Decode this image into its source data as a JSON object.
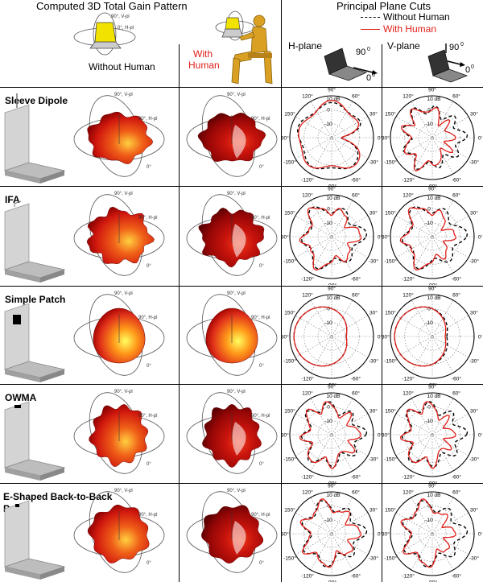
{
  "header": {
    "left_title": "Computed 3D Total Gain Pattern",
    "right_title": "Principal Plane Cuts",
    "without_human": "Without Human",
    "with_human_line1": "With",
    "with_human_line2": "Human",
    "legend": {
      "without": "Without Human",
      "with": "With Human"
    },
    "h_plane": "H-plane",
    "v_plane": "V-plane",
    "angle_90": "90",
    "angle_0": "0",
    "inset_labels": {
      "vpl": "90°, V-pl",
      "hpl": "0°, H-pl"
    }
  },
  "rows": [
    {
      "label_lines": [
        "Sleeve Dipole"
      ],
      "antenna": "sleeve",
      "blob": "dipole"
    },
    {
      "label_lines": [
        "IFA"
      ],
      "antenna": "ifa",
      "blob": "ifa"
    },
    {
      "label_lines": [
        "Simple Patch"
      ],
      "antenna": "patch",
      "blob": "patch"
    },
    {
      "label_lines": [
        "OWMA"
      ],
      "antenna": "owma",
      "blob": "owma"
    },
    {
      "label_lines": [
        "E-Shaped Back-to-Back",
        "Patch"
      ],
      "antenna": "eshape",
      "blob": "eshape"
    }
  ],
  "pattern_axis_labels": {
    "vpl": "90°, V-pl",
    "hpl": "90°, H-pl",
    "zero": "0°"
  },
  "polar": {
    "top_label": "10 dB",
    "ring_labels": [
      "0",
      "-10"
    ],
    "angle_labels": [
      "90°",
      "60°",
      "30°",
      "0°",
      "-30°",
      "-60°",
      "-90°",
      "-120°",
      "-150°",
      "180°",
      "150°",
      "120°"
    ],
    "colors": {
      "without": "#000000",
      "with": "#e0201a"
    }
  }
}
